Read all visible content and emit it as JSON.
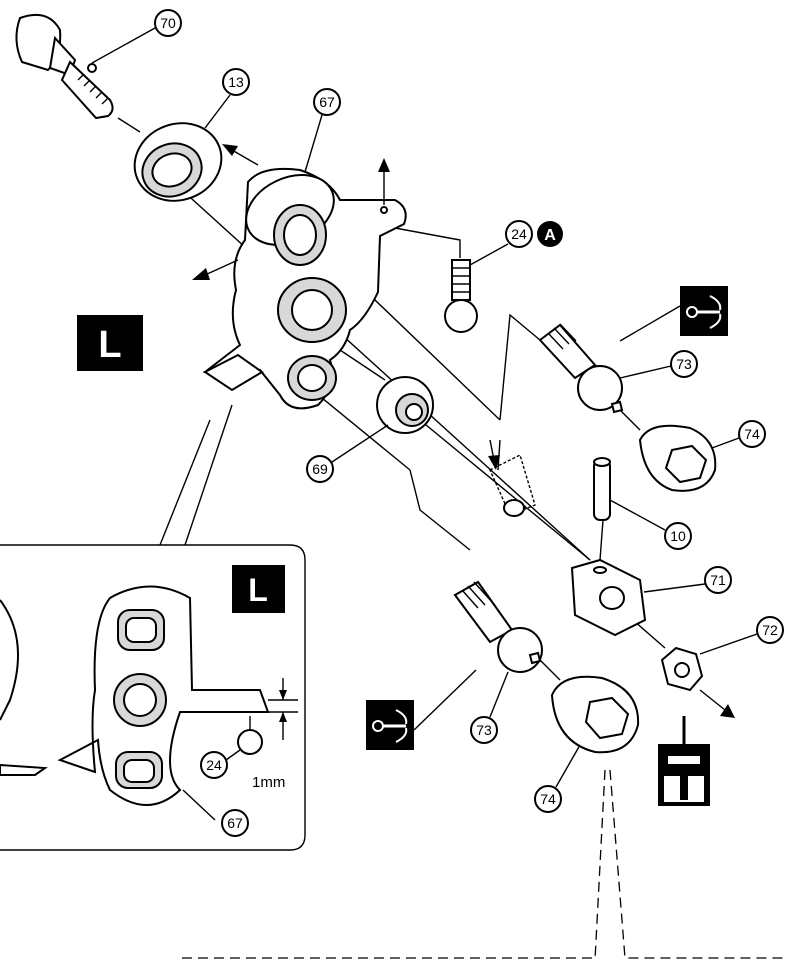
{
  "labels": {
    "p70": "70",
    "p13": "13",
    "p67": "67",
    "p24": "24",
    "pA": "A",
    "p73a": "73",
    "p74a": "74",
    "p69": "69",
    "p10": "10",
    "p71": "71",
    "p72": "72",
    "p73b": "73",
    "p74b": "74",
    "d24": "24",
    "d67": "67"
  },
  "badges": {
    "main": "L",
    "detail": "L"
  },
  "detail": {
    "measurement": "1mm"
  },
  "icons": [
    "wrench-rotate-icon",
    "wrench-rotate-icon",
    "screw-insert-icon"
  ]
}
